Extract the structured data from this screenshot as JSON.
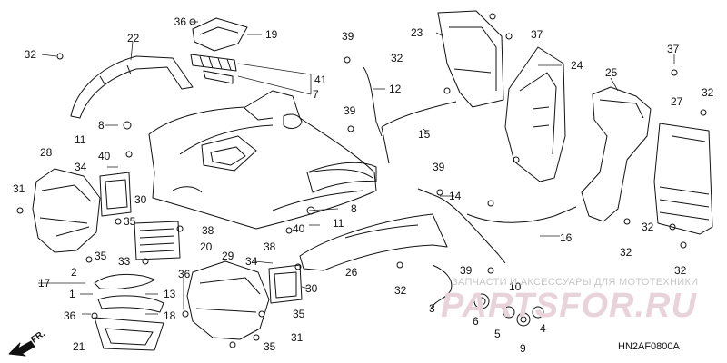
{
  "diagram_code": "HN2AF0800A",
  "direction_label": "FR.",
  "watermark": {
    "tagline": "ЗАПЧАСТИ И АКСЕССУАРЫ ДЛЯ МОТОТЕХНИКИ",
    "logo": "PARTSFOR.RU"
  },
  "callouts": [
    "36",
    "19",
    "32",
    "22",
    "7",
    "41",
    "12",
    "39",
    "32",
    "23",
    "37",
    "24",
    "25",
    "37",
    "32",
    "27",
    "8",
    "11",
    "40",
    "34",
    "28",
    "31",
    "30",
    "35",
    "20",
    "38",
    "40",
    "11",
    "8",
    "39",
    "15",
    "14",
    "39",
    "16",
    "29",
    "34",
    "30",
    "32",
    "26",
    "39",
    "17",
    "1",
    "13",
    "18",
    "36",
    "36",
    "21",
    "35",
    "31",
    "35",
    "3",
    "6",
    "5",
    "10",
    "9",
    "4",
    "2",
    "35",
    "33",
    "32",
    "32",
    "38",
    "32"
  ]
}
